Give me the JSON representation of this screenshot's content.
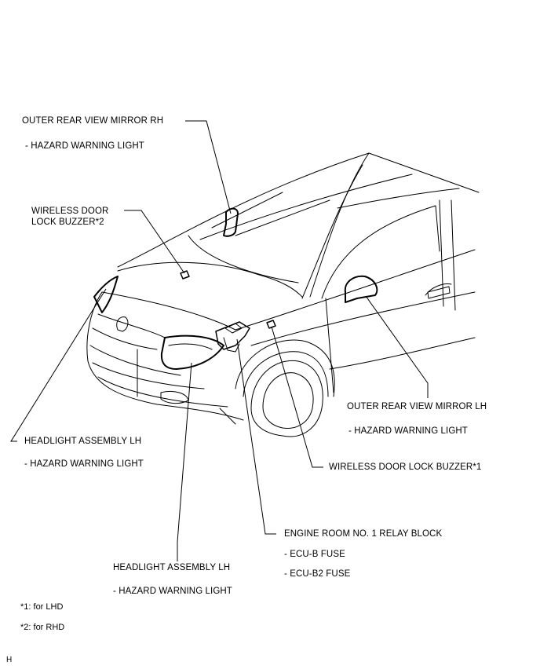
{
  "labels": {
    "mirror_rh": {
      "title": "OUTER REAR VIEW MIRROR RH",
      "sub": "- HAZARD WARNING LIGHT"
    },
    "buzzer_rhd": {
      "line1": "WIRELESS DOOR",
      "line2": "LOCK BUZZER*2"
    },
    "mirror_lh": {
      "title": "OUTER REAR VIEW MIRROR LH",
      "sub": "- HAZARD WARNING LIGHT"
    },
    "headlight_lh_1": {
      "title": "HEADLIGHT ASSEMBLY LH",
      "sub": "- HAZARD WARNING LIGHT"
    },
    "buzzer_lhd": {
      "title": "WIRELESS DOOR LOCK BUZZER*1"
    },
    "relay_block": {
      "title": "ENGINE ROOM NO. 1 RELAY BLOCK",
      "fuse1": "- ECU-B FUSE",
      "fuse2": "- ECU-B2 FUSE"
    },
    "headlight_lh_2": {
      "title": "HEADLIGHT ASSEMBLY LH",
      "sub": "- HAZARD WARNING LIGHT"
    }
  },
  "footnotes": {
    "note1": "*1: for LHD",
    "note2": "*2: for RHD"
  },
  "figure_code": "H"
}
